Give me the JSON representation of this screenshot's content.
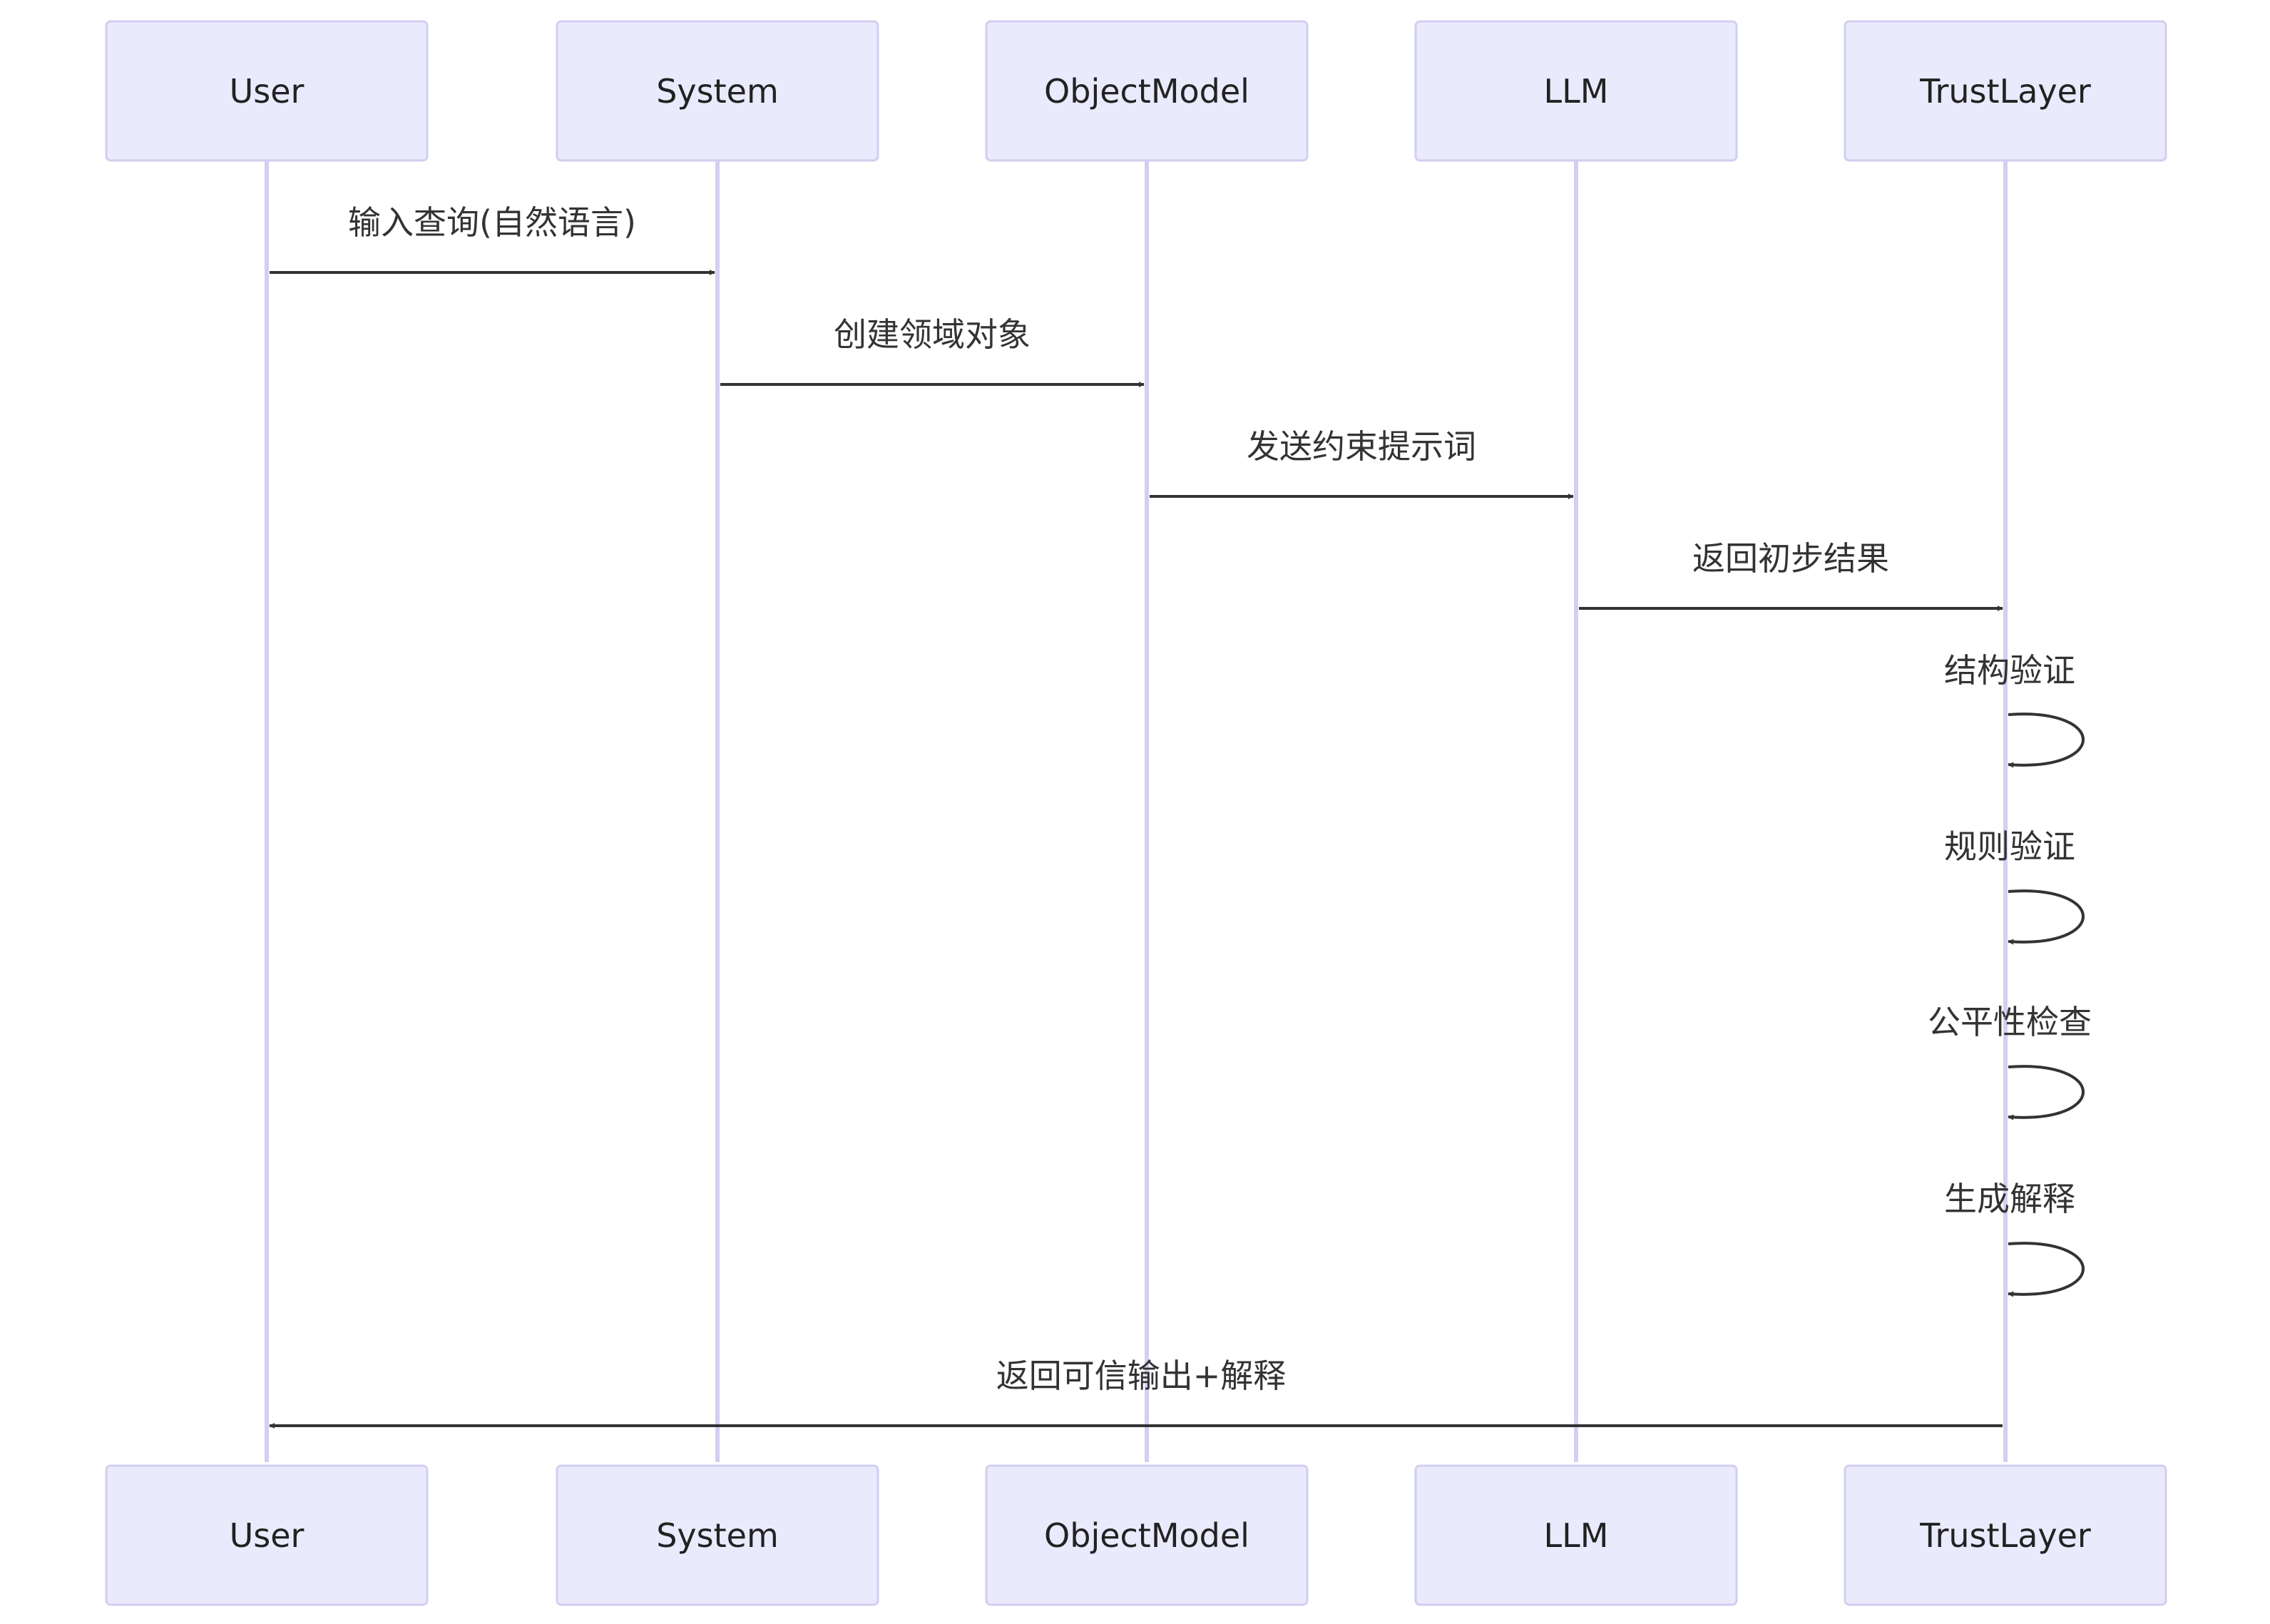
{
  "participants": [
    "User",
    "System",
    "ObjectModel",
    "LLM",
    "TrustLayer"
  ],
  "messages": [
    {
      "from": "User",
      "to": "System",
      "label": "输入查询(自然语言)"
    },
    {
      "from": "System",
      "to": "ObjectModel",
      "label": "创建领域对象"
    },
    {
      "from": "ObjectModel",
      "to": "LLM",
      "label": "发送约束提示词"
    },
    {
      "from": "LLM",
      "to": "TrustLayer",
      "label": "返回初步结果"
    },
    {
      "from": "TrustLayer",
      "to": "TrustLayer",
      "label": "结构验证"
    },
    {
      "from": "TrustLayer",
      "to": "TrustLayer",
      "label": "规则验证"
    },
    {
      "from": "TrustLayer",
      "to": "TrustLayer",
      "label": "公平性检查"
    },
    {
      "from": "TrustLayer",
      "to": "TrustLayer",
      "label": "生成解释"
    },
    {
      "from": "TrustLayer",
      "to": "User",
      "label": "返回可信输出+解释"
    }
  ]
}
